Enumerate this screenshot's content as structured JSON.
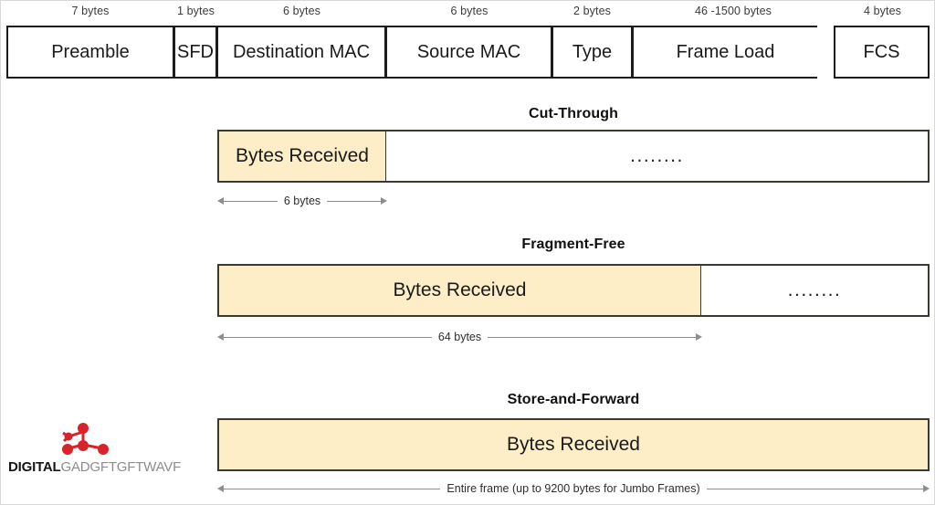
{
  "frame_header": {
    "fields": [
      {
        "name": "Preamble",
        "size_label": "7 bytes"
      },
      {
        "name": "SFD",
        "size_label": "1 bytes"
      },
      {
        "name": "Destination MAC",
        "size_label": "6 bytes"
      },
      {
        "name": "Source MAC",
        "size_label": "6 bytes"
      },
      {
        "name": "Type",
        "size_label": "2 bytes"
      },
      {
        "name": "Frame Load",
        "size_label": "46 -1500 bytes"
      },
      {
        "name": "FCS",
        "size_label": "4 bytes"
      }
    ]
  },
  "modes": [
    {
      "title": "Cut-Through",
      "received_label": "Bytes Received",
      "remainder_label": "........",
      "dimension_label": "6 bytes"
    },
    {
      "title": "Fragment-Free",
      "received_label": "Bytes Received",
      "remainder_label": "........",
      "dimension_label": "64 bytes"
    },
    {
      "title": "Store-and-Forward",
      "received_label": "Bytes Received",
      "remainder_label": "",
      "dimension_label": "Entire frame (up to 9200 bytes for Jumbo Frames)"
    }
  ],
  "logo": {
    "word_bold": "DIGITAL",
    "word_light": "GADGFTGFTWAVF",
    "mark_color": "#d8232a"
  },
  "colors": {
    "fill": "#fdeec8",
    "fill_border": "#3a3a30",
    "cell_border": "#1c1c1c",
    "dimension_line": "#8e8e8e"
  }
}
